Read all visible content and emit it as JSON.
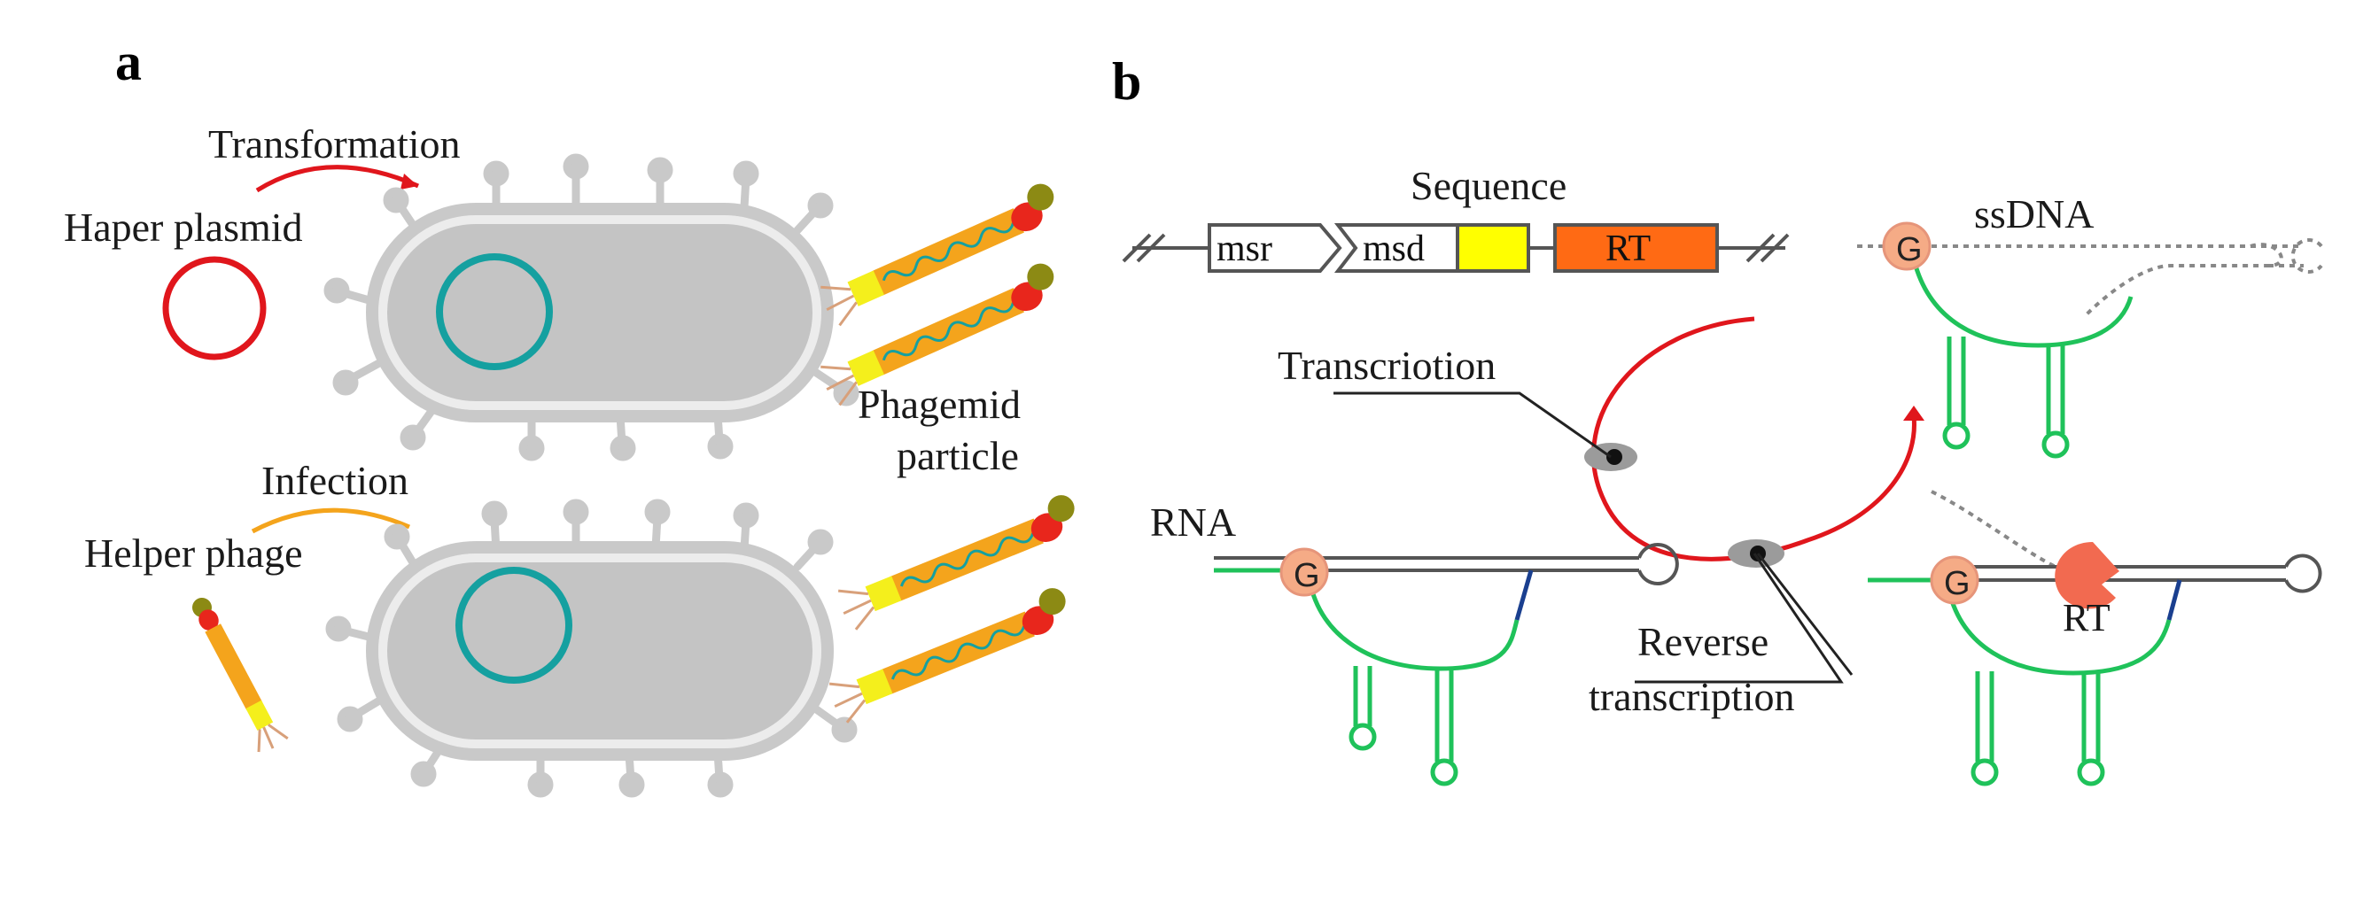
{
  "panel_a": {
    "panel_label": "a",
    "transformation": "Transformation",
    "haper_plasmid": "Haper plasmid",
    "infection": "Infection",
    "helper_phage": "Helper phage",
    "phagemid_line1": "Phagemid",
    "phagemid_line2": "particle"
  },
  "panel_b": {
    "panel_label": "b",
    "sequence": "Sequence",
    "msr": "msr",
    "msd": "msd",
    "rt_gene": "RT",
    "ssdna": "ssDNA",
    "transcription": "Transcriotion",
    "rna": "RNA",
    "reverse_line1": "Reverse",
    "reverse_line2": "transcription",
    "g_left": "G",
    "g_top": "G",
    "g_bottom": "G",
    "rt_enzyme": "RT"
  },
  "colors": {
    "plasmid_red": "#e0161c",
    "plasmid_teal": "#15a0a0",
    "cell_gray": "#c4c4c4",
    "phage_orange": "#f4a41c",
    "phage_yellow": "#f4ef1c",
    "phage_head_red": "#e8261c",
    "phage_tip_olive": "#8c8a14",
    "msd_yellow": "#ffff00",
    "rt_orange": "#ff6a14",
    "stem_green": "#1fc25a",
    "g_peach": "#f5ab86",
    "enzyme_coral": "#f26a50"
  }
}
